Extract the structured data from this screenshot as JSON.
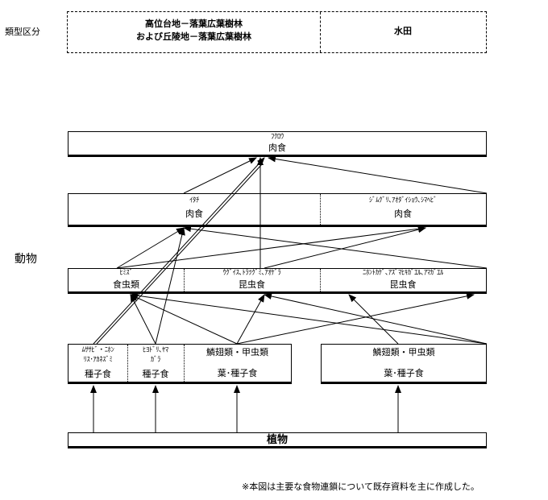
{
  "legend_label": "類型区分",
  "animal_label": "動物",
  "type_box": {
    "left_line1": "高位台地－落葉広葉樹林",
    "left_line2": "および丘陵地－落葉広葉樹林",
    "right": "水田"
  },
  "owl": {
    "species": "ﾌｸﾛｳ",
    "diet": "肉食"
  },
  "carnivores": {
    "left": {
      "species": "ｲﾀﾁ",
      "diet": "肉食"
    },
    "right": {
      "species": "ｼﾞﾑｸﾞﾘ､ｱｵﾀﾞｲｼｮｳ､ｼﾏﾍﾋﾞ",
      "diet": "肉食"
    }
  },
  "insectivores": {
    "left": {
      "species": "ﾋﾐｽﾞ",
      "diet": "食虫類"
    },
    "center": {
      "species": "ｳｸﾞｲｽ､ﾄﾗﾂｸﾞﾐ､ｱｵｹﾞﾗ",
      "diet": "昆虫食"
    },
    "right": {
      "species": "ﾆﾎﾝﾄｶｹﾞ､ｱｽﾞﾏﾋｷｶﾞｴﾙ､ｱﾏｶﾞｴﾙ",
      "diet": "昆虫食"
    }
  },
  "herbivores_forest": {
    "a": {
      "line1": "ﾑｻｻﾋﾞ・ﾆﾎﾝ",
      "line2": "ﾘｽ･ｱｶﾈｽﾞﾐ",
      "diet": "種子食"
    },
    "b": {
      "line1": "ﾋﾖﾄﾞﾘ､ﾔﾏ",
      "line2": "ｶﾞﾗ",
      "diet": "種子食"
    },
    "c": {
      "species": "鱗翅類・甲虫類",
      "diet": "葉･種子食"
    }
  },
  "herbivores_paddy": {
    "species": "鱗翅類・甲虫類",
    "diet": "葉･種子食"
  },
  "plants": "植物",
  "footnote": "※本図は主要な食物連鎖について既存資料を主に作成した。"
}
